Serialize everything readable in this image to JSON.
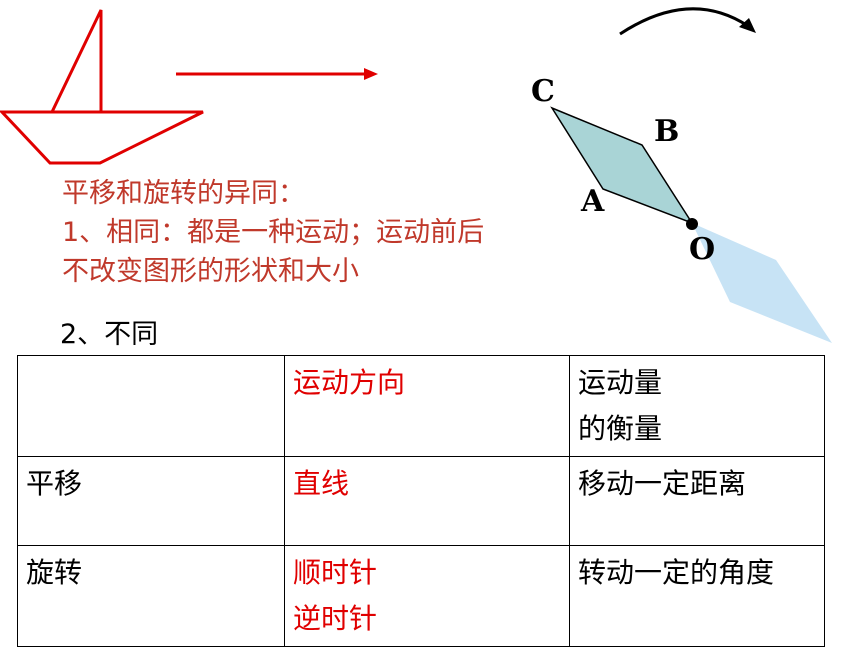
{
  "title": "平移和旋转的异同：",
  "same_point": {
    "line1": "1、相同：都是一种运动；运动前后",
    "line2": "不改变图形的形状和大小"
  },
  "difference_heading": "2、不同",
  "points": {
    "C": "C",
    "B": "B",
    "A": "A",
    "O": "O"
  },
  "table": {
    "header": {
      "blank": "",
      "direction": "运动方向",
      "measure_line1": "运动量",
      "measure_line2": "的衡量"
    },
    "rows": [
      {
        "name": "平移",
        "direction": [
          "直线"
        ],
        "measure": "移动一定距离"
      },
      {
        "name": "旋转",
        "direction": [
          "顺时针",
          "逆时针"
        ],
        "measure": "转动一定的角度"
      }
    ]
  },
  "colors": {
    "red": "#e00000",
    "heading_red": "#c0392b",
    "rhombus_fill": "#a9d4d6",
    "rhombus_light": "#c7e3f5"
  }
}
